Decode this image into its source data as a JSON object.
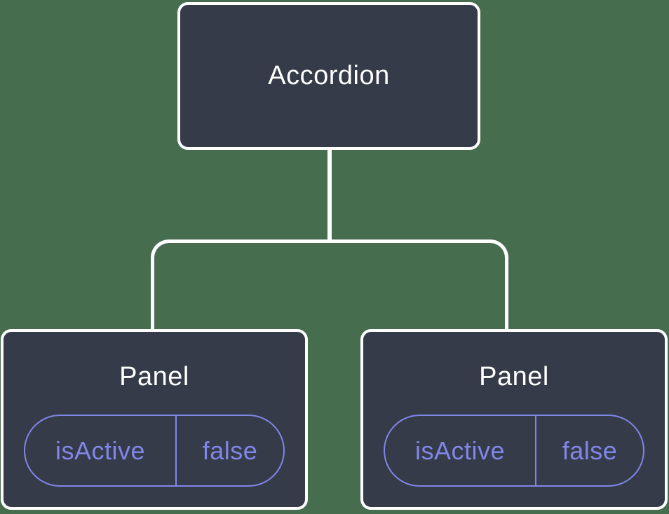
{
  "diagram": {
    "root": {
      "label": "Accordion"
    },
    "children": [
      {
        "label": "Panel",
        "state": {
          "key": "isActive",
          "value": "false"
        }
      },
      {
        "label": "Panel",
        "state": {
          "key": "isActive",
          "value": "false"
        }
      }
    ]
  },
  "colors": {
    "background": "#476D4F",
    "node-fill": "#353B48",
    "node-border": "#FFFFFF",
    "connector": "#FFFFFF",
    "label-text": "#FFFFFF",
    "state-accent": "#8186E8"
  }
}
